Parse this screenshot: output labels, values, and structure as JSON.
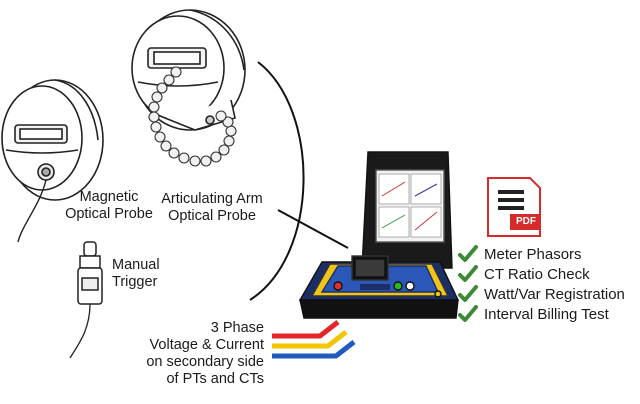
{
  "labels": {
    "magnetic_probe": [
      "Magnetic",
      "Optical Probe"
    ],
    "articulating_probe": [
      "Articulating Arm",
      "Optical Probe"
    ],
    "manual_trigger": [
      "Manual",
      "Trigger"
    ],
    "phase_input": [
      "3 Phase",
      "Voltage & Current",
      "on secondary side",
      "of PTs and CTs"
    ]
  },
  "report_icon": {
    "badge": "PDF",
    "color": "#d62b2b"
  },
  "checklist": [
    "Meter Phasors",
    "CT Ratio Check",
    "Watt/Var Registration",
    "Interval Billing Test"
  ],
  "colors": {
    "check": "#3c8a35",
    "phase_red": "#e4262b",
    "phase_yellow": "#f5c400",
    "phase_blue": "#1f5bbf",
    "device_body": "#243a7a",
    "device_accent": "#f0c419"
  }
}
